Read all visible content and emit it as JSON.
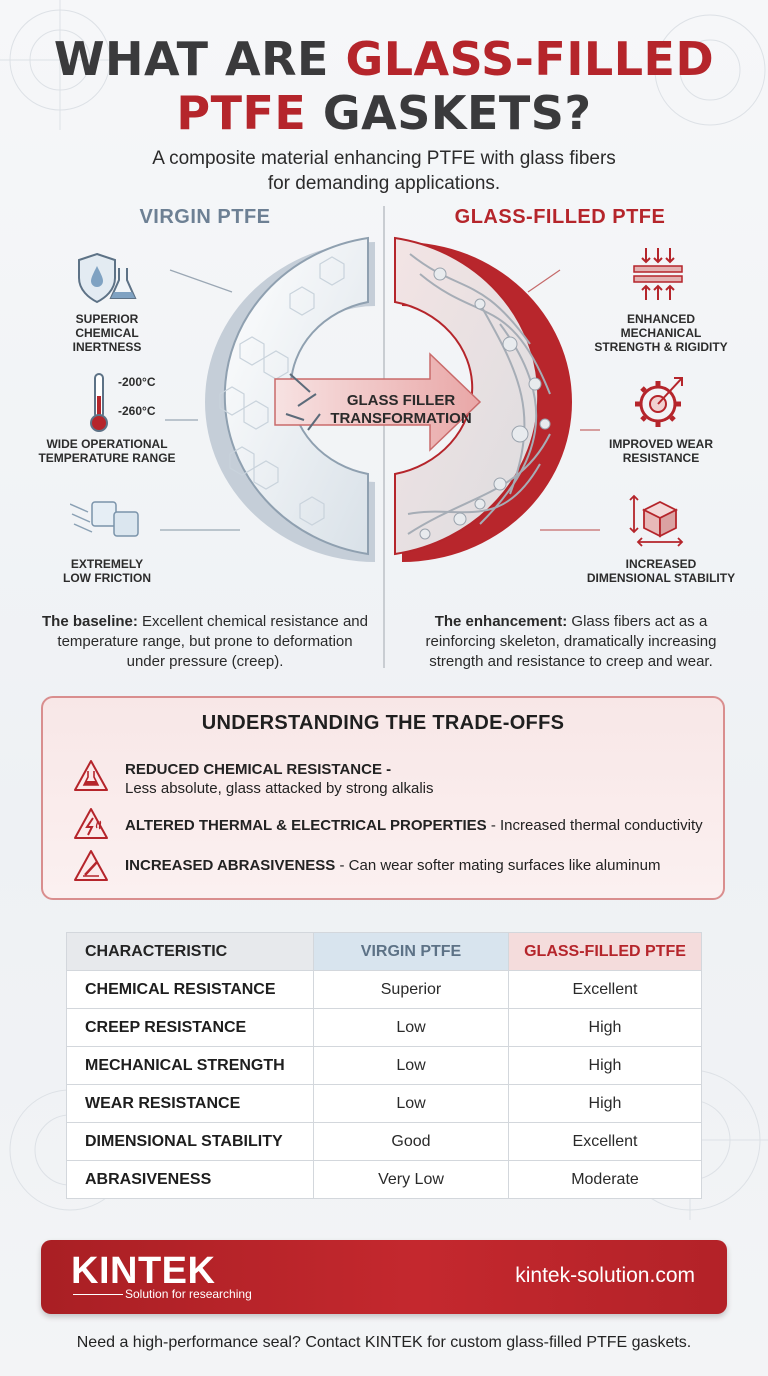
{
  "header": {
    "title_line1_plain": "WHAT ARE ",
    "title_line1_red": "GLASS-FILLED",
    "title_line2_red": "PTFE",
    "title_line2_plain": " GASKETS?",
    "subtitle_line1": "A composite material enhancing PTFE with glass fibers",
    "subtitle_line2": "for demanding applications."
  },
  "virgin": {
    "heading": "VIRGIN PTFE",
    "features": [
      {
        "icon": "shield-drop-flask-icon",
        "lines": [
          "SUPERIOR",
          "CHEMICAL",
          "INERTNESS"
        ]
      },
      {
        "icon": "thermometer-icon",
        "temp_high": "-200°C",
        "temp_low": "-260°C",
        "lines": [
          "WIDE OPERATIONAL",
          "TEMPERATURE RANGE"
        ]
      },
      {
        "icon": "ice-cubes-icon",
        "lines": [
          "EXTREMELY",
          "LOW FRICTION"
        ]
      }
    ],
    "summary_label": "The baseline:",
    "summary_text": " Excellent chemical resistance and temperature range, but prone to deformation under pressure (creep)."
  },
  "glass": {
    "heading": "GLASS-FILLED PTFE",
    "features": [
      {
        "icon": "compression-arrows-icon",
        "lines": [
          "ENHANCED",
          "MECHANICAL",
          "STRENGTH & RIGIDITY"
        ]
      },
      {
        "icon": "gear-target-icon",
        "lines": [
          "IMPROVED WEAR",
          "RESISTANCE"
        ]
      },
      {
        "icon": "cube-arrows-icon",
        "lines": [
          "INCREASED",
          "DIMENSIONAL STABILITY"
        ]
      }
    ],
    "summary_label": "The enhancement:",
    "summary_text": " Glass fibers act as a reinforcing skeleton, dramatically increasing strength and resistance to creep and wear."
  },
  "transformation": {
    "line1": "GLASS FILLER",
    "line2": "TRANSFORMATION"
  },
  "tradeoffs": {
    "title": "UNDERSTANDING THE TRADE-OFFS",
    "items": [
      {
        "icon": "warning-flask-icon",
        "label": "REDUCED CHEMICAL RESISTANCE -",
        "detail": "Less absolute, glass attacked by strong alkalis"
      },
      {
        "icon": "warning-heat-icon",
        "label": "ALTERED THERMAL & ELECTRICAL PROPERTIES",
        "detail": " - Increased thermal conductivity"
      },
      {
        "icon": "warning-abrasion-icon",
        "label": "INCREASED ABRASIVENESS",
        "detail": " - Can wear softer mating surfaces like aluminum"
      }
    ]
  },
  "table": {
    "headers": [
      "CHARACTERISTIC",
      "VIRGIN PTFE",
      "GLASS-FILLED PTFE"
    ],
    "rows": [
      [
        "CHEMICAL RESISTANCE",
        "Superior",
        "Excellent"
      ],
      [
        "CREEP RESISTANCE",
        "Low",
        "High"
      ],
      [
        "MECHANICAL STRENGTH",
        "Low",
        "High"
      ],
      [
        "WEAR RESISTANCE",
        "Low",
        "High"
      ],
      [
        "DIMENSIONAL STABILITY",
        "Good",
        "Excellent"
      ],
      [
        "ABRASIVENESS",
        "Very Low",
        "Moderate"
      ]
    ]
  },
  "footer": {
    "brand": "KINTEK",
    "tagline": "Solution for researching",
    "website": "kintek-solution.com",
    "cta": "Need a high-performance seal? Contact KINTEK for custom glass-filled PTFE gaskets."
  },
  "colors": {
    "accent_red": "#b5252b",
    "steel_blue": "#6d8094",
    "text_dark": "#2d2d2d"
  }
}
